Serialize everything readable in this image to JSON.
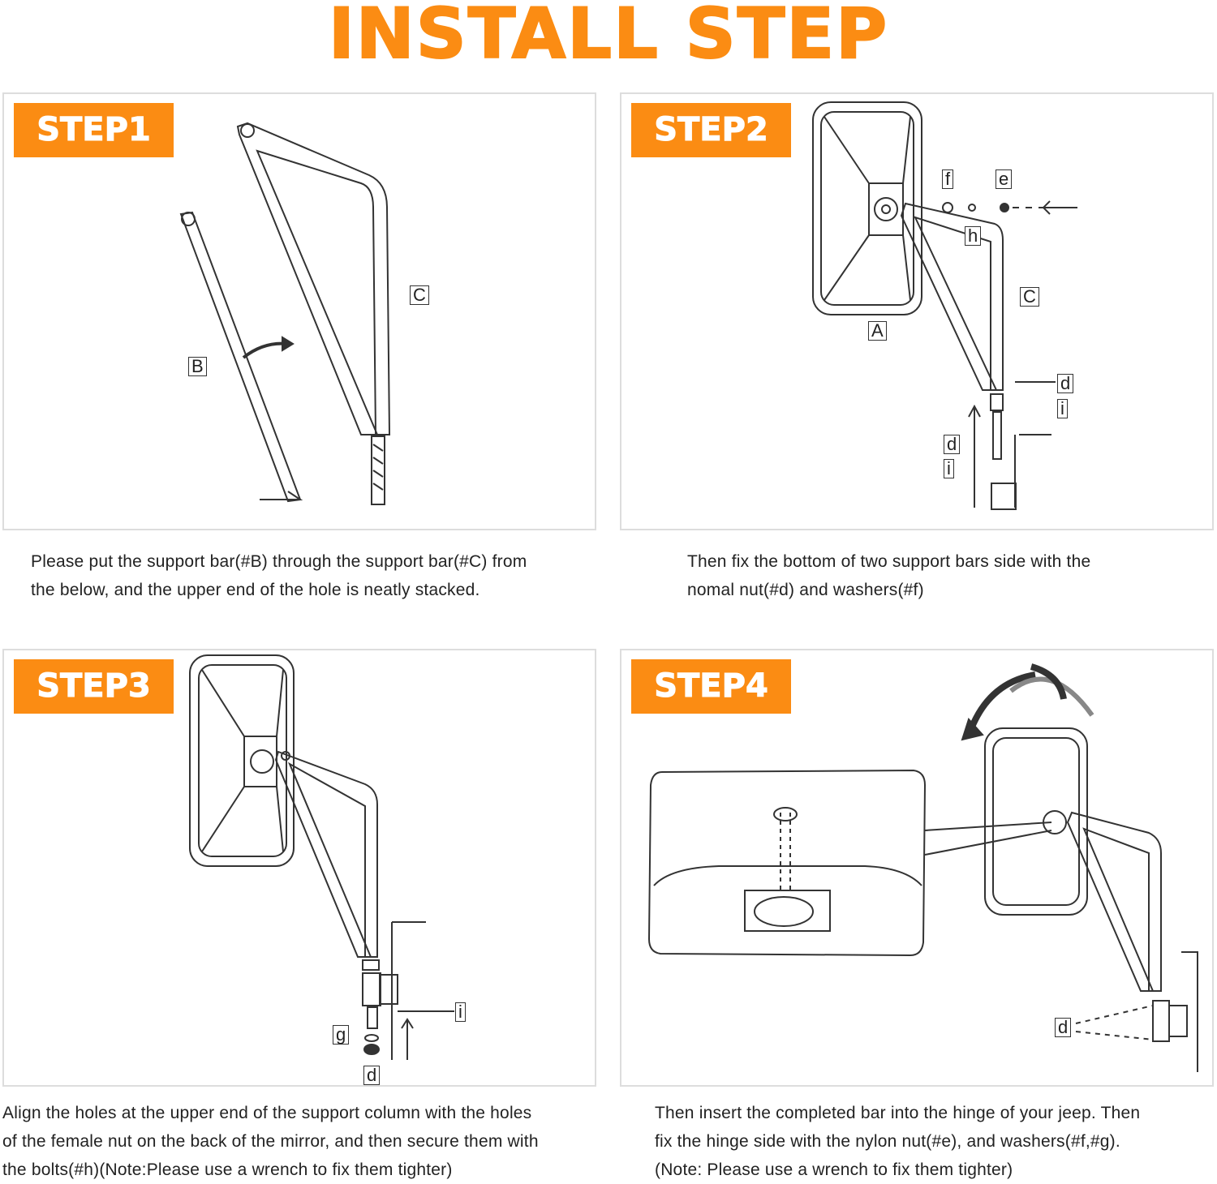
{
  "title": "INSTALL STEP",
  "accent_color": "#fb8c13",
  "steps": [
    {
      "badge": "STEP1",
      "labels": {
        "b": "B",
        "c": "C"
      },
      "caption": [
        "Please put the support bar(#B) through the support bar(#C) from",
        "the below, and the upper end of the hole is neatly stacked."
      ]
    },
    {
      "badge": "STEP2",
      "labels": {
        "f": "f",
        "e": "e",
        "h": "h",
        "c": "C",
        "a": "A",
        "d1": "d",
        "i1": "i",
        "d2": "d",
        "i2": "i"
      },
      "caption": [
        "Then fix the bottom of two support bars side with the",
        "nomal nut(#d) and washers(#f)"
      ]
    },
    {
      "badge": "STEP3",
      "labels": {
        "g": "g",
        "i": "i",
        "d": "d"
      },
      "caption": [
        "Align the holes at the upper end of the support column with the holes",
        "of the female nut on the back of the mirror, and then secure them with",
        "the bolts(#h)(Note:Please use a wrench to fix them tighter)"
      ]
    },
    {
      "badge": "STEP4",
      "labels": {
        "d": "d"
      },
      "caption": [
        "Then insert the completed bar into the hinge of your jeep. Then",
        "fix the hinge side with the nylon nut(#e), and washers(#f,#g).",
        "(Note: Please use a wrench to fix them tighter)"
      ]
    }
  ]
}
